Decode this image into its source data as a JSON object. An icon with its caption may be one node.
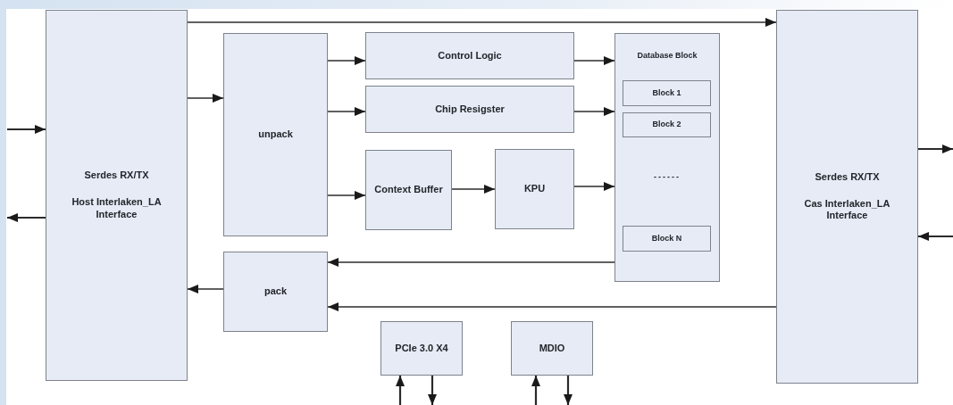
{
  "diagram": {
    "nodes": [
      {
        "text": [
          "Serdes RX/TX",
          "Host Interlaken_LA Interface"
        ]
      },
      {
        "text": [
          "unpack"
        ]
      },
      {
        "text": [
          "Control Logic"
        ]
      },
      {
        "text": [
          "Chip Resigster"
        ]
      },
      {
        "text": [
          "Context Buffer"
        ]
      },
      {
        "text": [
          "KPU"
        ]
      },
      {
        "text": [
          "Database Block",
          "------"
        ]
      },
      {
        "text": [
          "Block 1"
        ],
        "in": 6
      },
      {
        "text": [
          "Block 2"
        ],
        "in": 6
      },
      {
        "text": [
          "Block N"
        ],
        "in": 6
      },
      {
        "text": [
          "pack"
        ]
      },
      {
        "text": [
          "Serdes RX/TX",
          "Cas Interlaken_LA Interface"
        ]
      },
      {
        "text": [
          "PCIe 3.0 X4"
        ]
      },
      {
        "text": [
          "MDIO"
        ]
      }
    ],
    "edges": [
      {
        "from": null,
        "to": 0,
        "arrow": "to"
      },
      {
        "from": 0,
        "to": null,
        "arrow": "to"
      },
      {
        "from": 0,
        "to": 11,
        "arrow": "to"
      },
      {
        "from": 0,
        "to": 1,
        "arrow": "to"
      },
      {
        "from": 1,
        "to": 2,
        "arrow": "to"
      },
      {
        "from": 1,
        "to": 3,
        "arrow": "to"
      },
      {
        "from": 1,
        "to": 4,
        "arrow": "to"
      },
      {
        "from": 4,
        "to": 5,
        "arrow": "to"
      },
      {
        "from": 2,
        "to": 6,
        "arrow": "to"
      },
      {
        "from": 3,
        "to": 6,
        "arrow": "to"
      },
      {
        "from": 5,
        "to": 6,
        "arrow": "to"
      },
      {
        "from": 6,
        "to": 10,
        "arrow": "to"
      },
      {
        "from": 11,
        "to": 10,
        "arrow": "to"
      },
      {
        "from": 10,
        "to": 0,
        "arrow": "to"
      },
      {
        "from": 11,
        "to": null,
        "arrow": "to"
      },
      {
        "from": null,
        "to": 11,
        "arrow": "to"
      },
      {
        "from": null,
        "to": 12,
        "arrow": "to"
      },
      {
        "from": 12,
        "to": null,
        "arrow": "to"
      },
      {
        "from": null,
        "to": 13,
        "arrow": "to"
      },
      {
        "from": 13,
        "to": null,
        "arrow": "to"
      }
    ]
  }
}
